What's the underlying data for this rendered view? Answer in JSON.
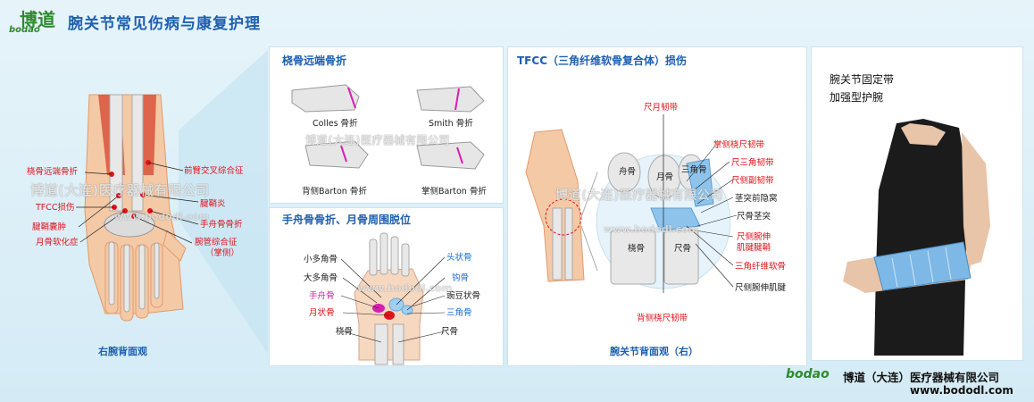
{
  "header": {
    "logo_glyph": "博道",
    "logo_sub": "bodao",
    "title": "腕关节常见伤病与康复护理"
  },
  "left_panel": {
    "labels_left": [
      "桡骨远端骨折",
      "TFCC损伤",
      "腱鞘囊肿",
      "月骨软化症"
    ],
    "labels_right": [
      "前臂交叉综合征",
      "腱鞘炎",
      "手舟骨骨折",
      "腕管综合征",
      "（掌侧）"
    ],
    "caption": "右腕背面观"
  },
  "radius_panel": {
    "title": "桡骨远端骨折",
    "fractures": [
      "Colles 骨折",
      "Smith 骨折",
      "背侧Barton 骨折",
      "掌侧Barton 骨折"
    ]
  },
  "scaphoid_panel": {
    "title": "手舟骨骨折、月骨周围脱位",
    "labels_left": [
      "小多角骨",
      "大多角骨",
      "手舟骨",
      "月状骨",
      "桡骨"
    ],
    "labels_right": [
      "头状骨",
      "钩骨",
      "豌豆状骨",
      "三角骨",
      "尺骨"
    ]
  },
  "tfcc_panel": {
    "title": "TFCC（三角纤维软骨复合体）损伤",
    "top_label": "尺月韧带",
    "bottom_label": "背侧桡尺韧带",
    "right_labels": [
      "掌侧桡尺韧带",
      "尺三角韧带",
      "尺侧副韧带",
      "茎突前隐窝",
      "尺骨茎突",
      "尺侧腕伸",
      "肌腱腱鞘",
      "三角纤维软骨",
      "尺侧腕伸肌腱"
    ],
    "bone_labels": [
      "舟骨",
      "月骨",
      "三角骨",
      "桡骨",
      "尺骨"
    ],
    "caption": "腕关节背面观（右）"
  },
  "brace_panel": {
    "line1": "腕关节固定带",
    "line2": "加强型护腕"
  },
  "watermark": {
    "text": "博道(大连)医疗器械有限公司",
    "url": "www.bododl.com"
  },
  "footer": {
    "brand": "bodao",
    "company": "博道（大连）医疗器械有限公司",
    "url": "www.bododl.com"
  },
  "colors": {
    "title_blue": "#1d5fb0",
    "label_red": "#e0141c",
    "label_blue": "#1f6fd0",
    "label_magenta": "#d61fb0",
    "brand_green": "#2f8a2f"
  }
}
